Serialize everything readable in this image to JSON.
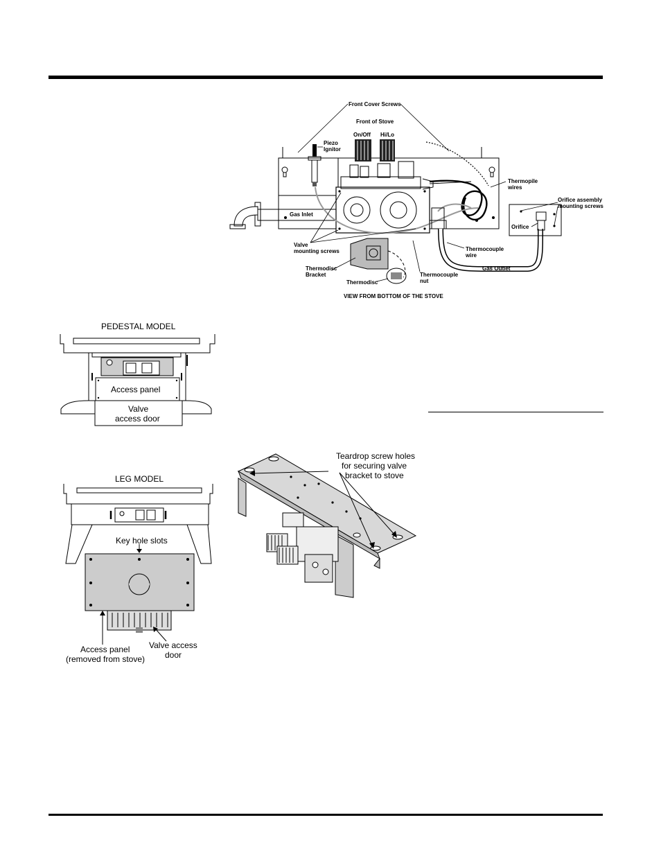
{
  "valve_diagram": {
    "front_cover_screws": "Front Cover Screws",
    "front_of_stove": "Front of Stove",
    "on_off": "On/Off",
    "hi_lo": "Hi/Lo",
    "piezo_1": "Piezo",
    "piezo_2": "Ignitor",
    "thermopile_1": "Thermopile",
    "thermopile_2": "wires",
    "orifice_assembly_1": "Orifice assembly",
    "orifice_assembly_2": "mounting screws",
    "gas_inlet": "Gas Inlet",
    "orifice": "Orifice",
    "valve_screws_1": "Valve",
    "valve_screws_2": "mounting screws",
    "thermocouple_wire_1": "Thermocouple",
    "thermocouple_wire_2": "wire",
    "thermodisc_bracket_1": "Thermodisc",
    "thermodisc_bracket_2": "Bracket",
    "gas_outlet": "Gas Outlet",
    "thermocouple_nut_1": "Thermocouple",
    "thermocouple_nut_2": "nut",
    "thermodisc": "Thermodisc",
    "view_caption": "VIEW FROM BOTTOM OF  THE STOVE"
  },
  "pedestal": {
    "title": "PEDESTAL MODEL",
    "access_panel": "Access panel",
    "valve_door_1": "Valve",
    "valve_door_2": "access door"
  },
  "leg": {
    "title": "LEG MODEL",
    "key_hole": "Key hole slots",
    "access_panel_1": "Access panel",
    "access_panel_2": "(removed from stove)",
    "valve_door_1": "Valve access",
    "valve_door_2": "door"
  },
  "bracket": {
    "line1": "Teardrop screw holes",
    "line2": "for securing valve",
    "line3": "bracket to stove"
  }
}
